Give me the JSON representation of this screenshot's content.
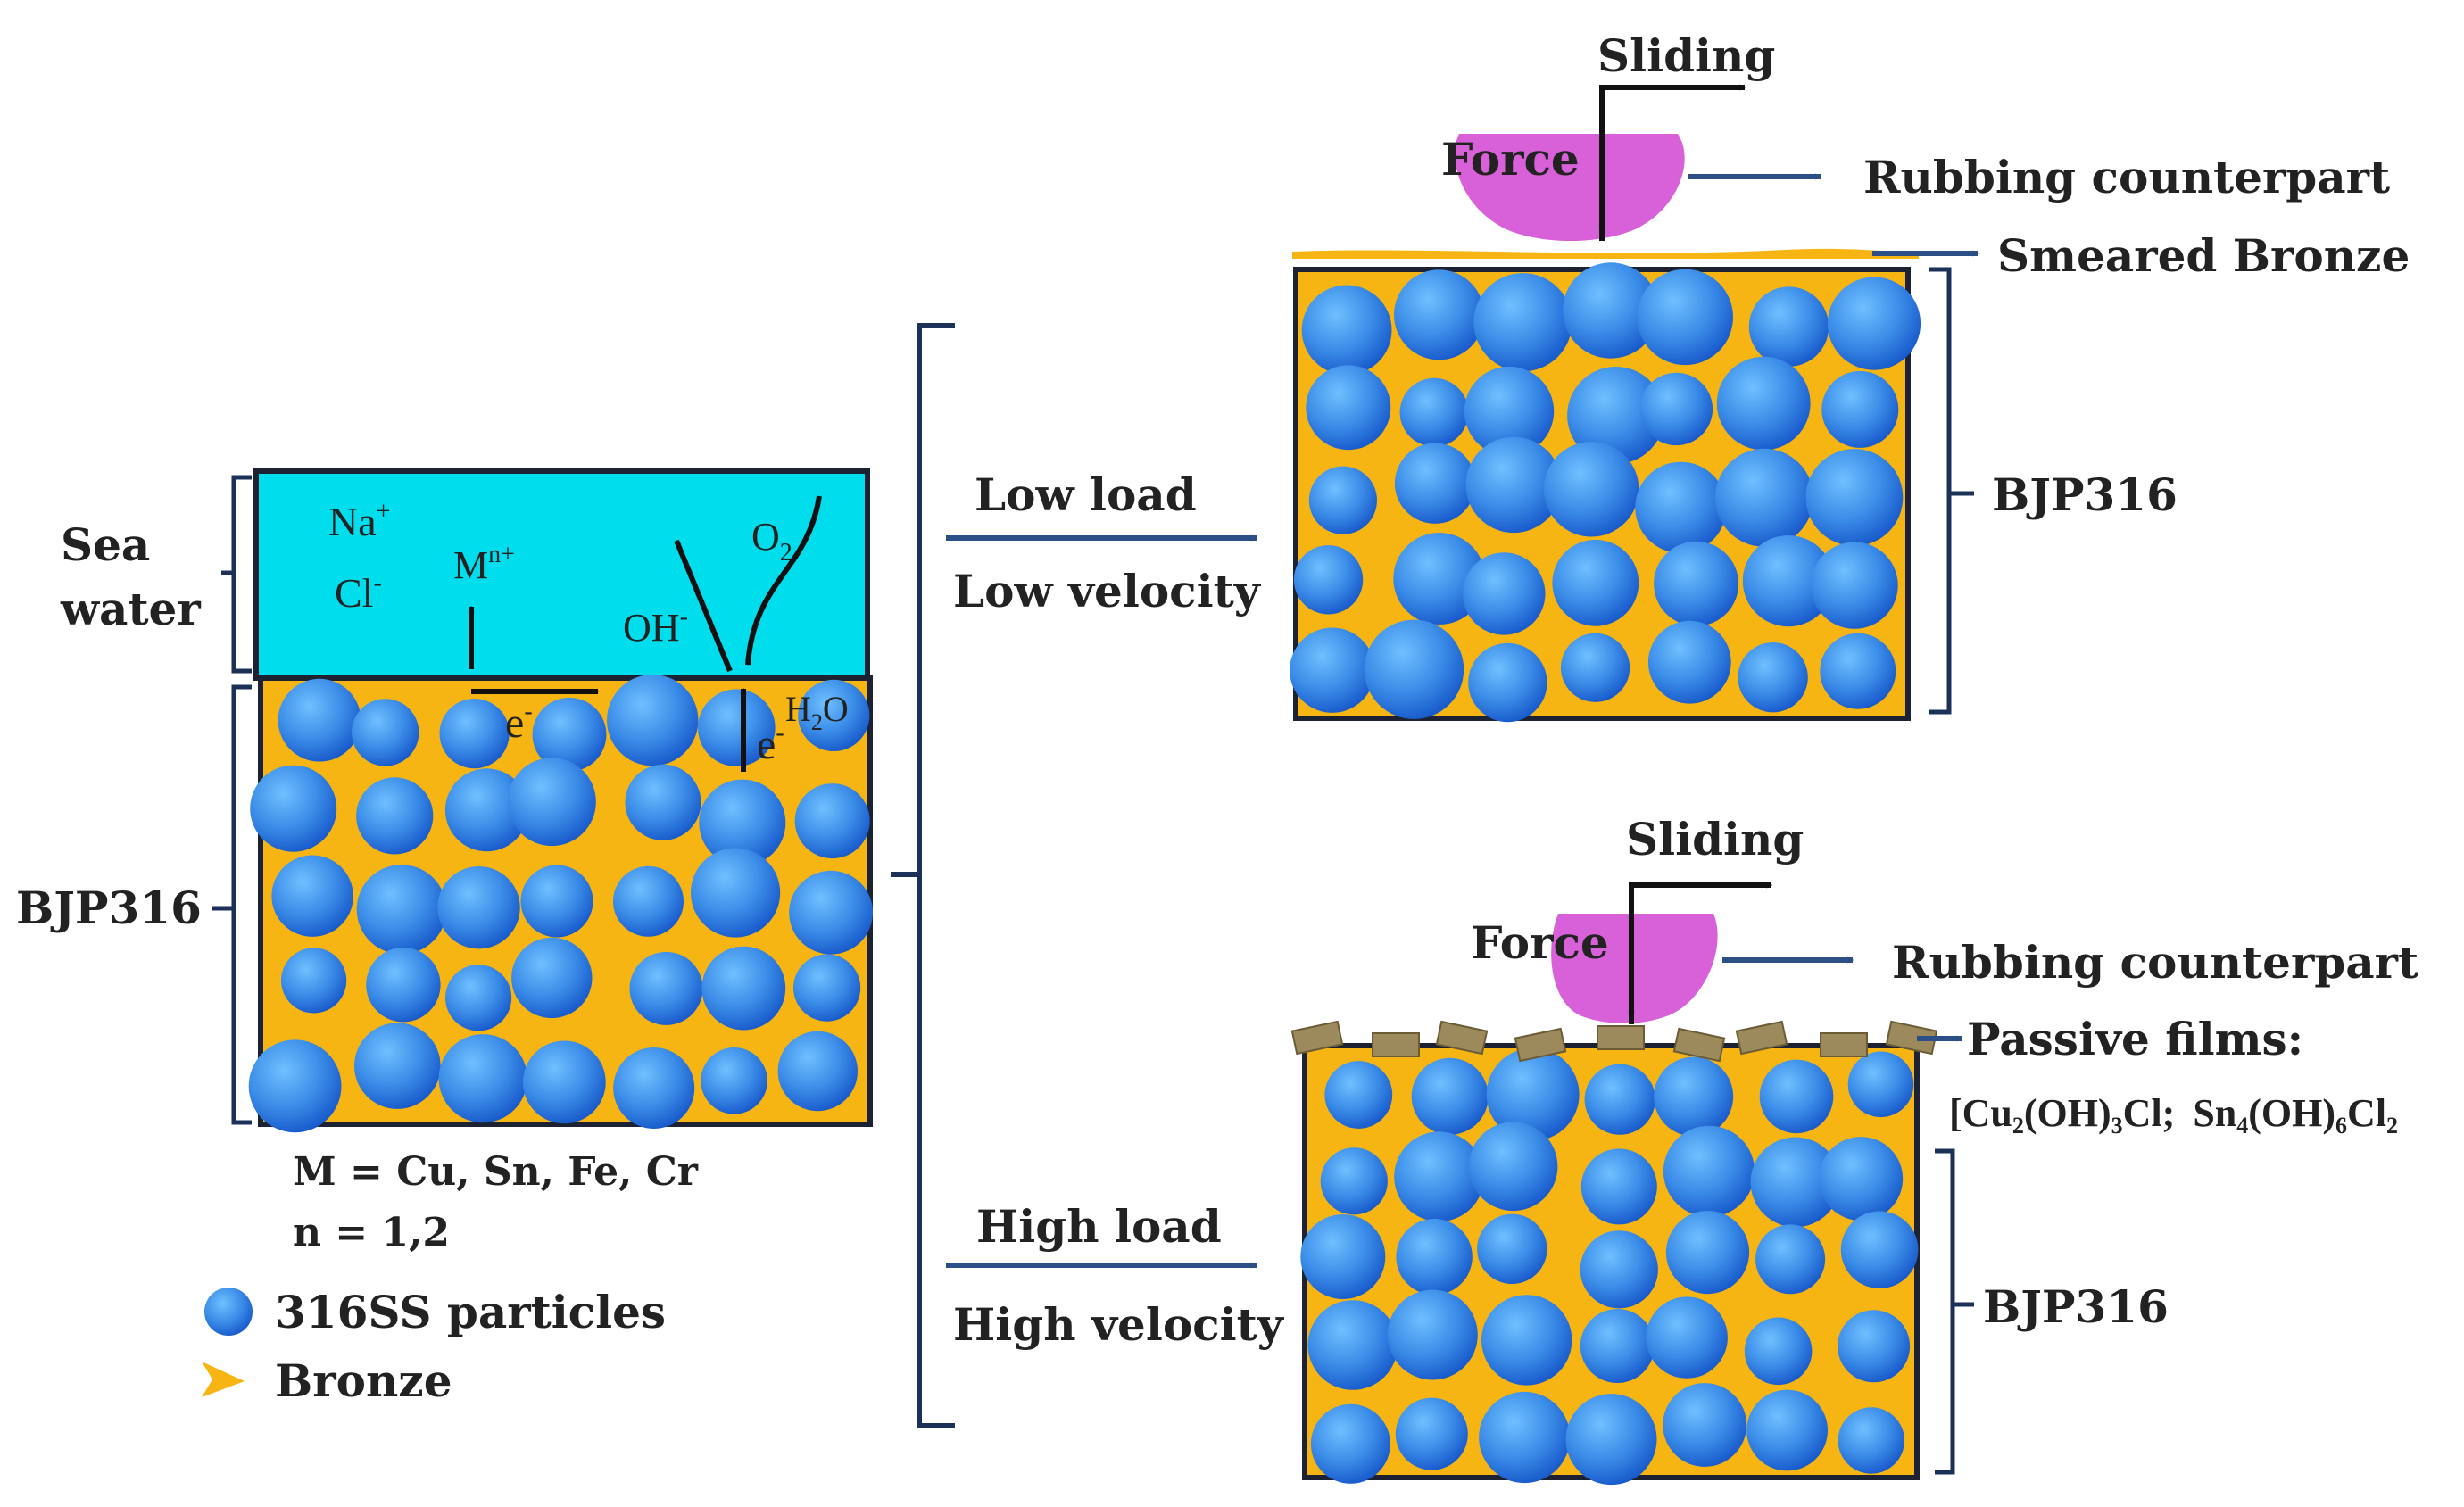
{
  "colors": {
    "bronze": "#f7b514",
    "particle_light": "#58b0ff",
    "particle_dark": "#1656c9",
    "seawater": "#00deee",
    "frame": "#1d2233",
    "bracket": "#1b3158",
    "arrow_blue": "#2c4f87",
    "counterpart": "#d860d8",
    "passive_film": "#9c8a5c",
    "text": "#222222"
  },
  "left_panel": {
    "seawater_label_1": "Sea",
    "seawater_label_2": "water",
    "bulk_label": "BJP316",
    "ions": {
      "na": "Na",
      "na_sup": "+",
      "cl": "Cl",
      "cl_sup": "-",
      "m": "M",
      "m_sup": "n+",
      "o2": "O",
      "o2_sub": "2",
      "oh": "OH",
      "oh_sup": "-",
      "h2o": "H",
      "h2o_sub": "2",
      "h2o_tail": "O",
      "e1": "e",
      "e1_sup": "-",
      "e2": "e",
      "e2_sup": "-"
    },
    "notes": {
      "metals": "M = Cu,  Sn, Fe, Cr",
      "n_values": "n = 1,2"
    }
  },
  "legend": {
    "particles": "316SS particles",
    "bronze": "Bronze"
  },
  "conditions": {
    "low_load": "Low load",
    "low_velocity": "Low velocity",
    "high_load": "High load",
    "high_velocity": "High velocity"
  },
  "top_right": {
    "sliding": "Sliding",
    "force": "Force",
    "counterpart": "Rubbing counterpart",
    "layer": "Smeared Bronze",
    "bulk_label": "BJP316"
  },
  "bottom_right": {
    "sliding": "Sliding",
    "force": "Force",
    "counterpart": "Rubbing counterpart",
    "layer": "Passive films:",
    "films": {
      "open": "[",
      "cu": "Cu",
      "cu_sub": "2",
      "cu_mid": "(OH)",
      "cu_oh_sub": "3",
      "cu_end": "Cl;",
      "sn": "Sn",
      "sn_sub": "4",
      "sn_mid": "(OH)",
      "sn_oh_sub": "6",
      "sn_end": "Cl",
      "sn_cl_sub": "2"
    },
    "bulk_label": "BJP316"
  }
}
